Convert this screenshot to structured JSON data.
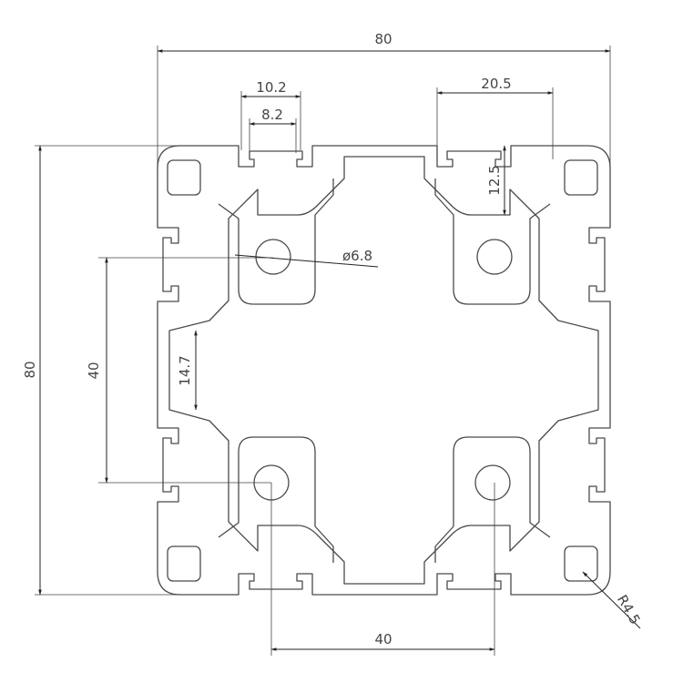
{
  "drawing": {
    "overall_width": "80",
    "overall_height": "80",
    "slot_opening_outer": "10.2",
    "slot_opening_inner": "8.2",
    "slot_width": "20.5",
    "slot_depth": "12.5",
    "hole_diameter": "ø6.8",
    "hole_pitch_vertical": "40",
    "hole_pitch_horizontal": "40",
    "center_gap": "14.7",
    "corner_radius": "R4.5"
  },
  "colors": {
    "part_outline": "#4a4a4a",
    "dimension_line": "#222222",
    "background": "#ffffff"
  }
}
